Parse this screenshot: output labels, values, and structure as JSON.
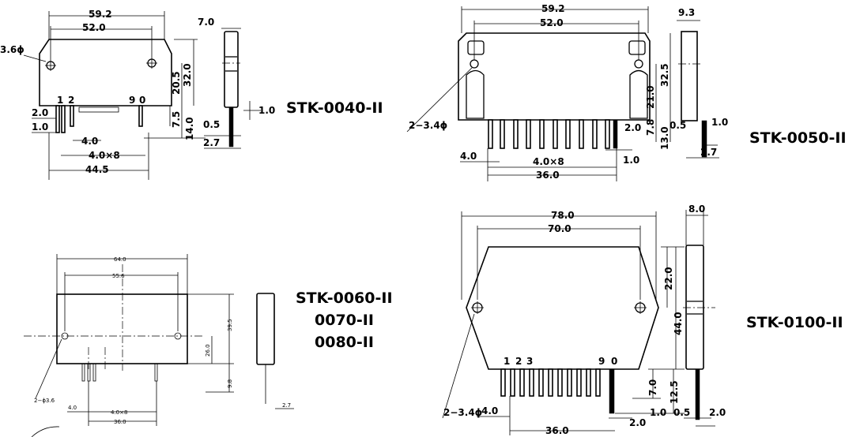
{
  "models": {
    "m40": "STK-0040-II",
    "m50": "STK-0050-II",
    "m60": [
      "STK-0060-II",
      "0070-II",
      "0080-II"
    ],
    "m100": "STK-0100-II"
  },
  "dims": {
    "m40": {
      "w_total": "59.2",
      "w_holes": "52.0",
      "hole": "3.6ϕ",
      "thick": "7.0",
      "h_body": "32.0",
      "h_hole": "20.5",
      "lead1": "1.0",
      "lead_h": "7.5",
      "lead_total": "14.0",
      "lead_w": "0.5",
      "lead_off": "2.7",
      "pitch_first": "2.0",
      "edge": "1.0",
      "pitch": "4.0",
      "pitch8": "4.0×8",
      "span": "44.5",
      "pin1": "1",
      "pin2": "2",
      "pin9": "9",
      "pin0": "0"
    },
    "m50": {
      "w_total": "59.2",
      "w_holes": "52.0",
      "thick": "9.3",
      "h_body": "32.5",
      "h_hole": "21.0",
      "lead_h": "7.8",
      "lead_total": "13.0",
      "lead_w": "0.5",
      "lead1": "1.0",
      "lead_off": "2.7",
      "pitch_first": "2.0",
      "hole": "2−3.4ϕ",
      "pitch": "4.0",
      "pitch8": "4.0×8",
      "span": "36.0",
      "edge": "1.0"
    },
    "m60": {
      "w_total": "64.0",
      "w_holes": "55.6",
      "h_body": "39.5",
      "h_hole": "26.0",
      "lead_h": "9.8",
      "lead_off": "2.7",
      "hole": "2−ϕ3.6",
      "pitch": "4.0",
      "pitch8": "4.0×8",
      "span": "36.0"
    },
    "m100": {
      "w_total": "78.0",
      "w_holes": "70.0",
      "thick": "8.0",
      "h_top": "22.0",
      "h_body": "44.0",
      "lead_h": "7.0",
      "lead_total": "12.5",
      "hole": "2−3.4ϕ",
      "pitch": "4.0",
      "edge": "1.0",
      "lead_w": "0.5",
      "lead_off": "2.0",
      "pitch_first": "2.0",
      "span": "36.0",
      "pin1": "1",
      "pin2": "2",
      "pin3": "3",
      "pin9": "9",
      "pin0": "0"
    }
  }
}
